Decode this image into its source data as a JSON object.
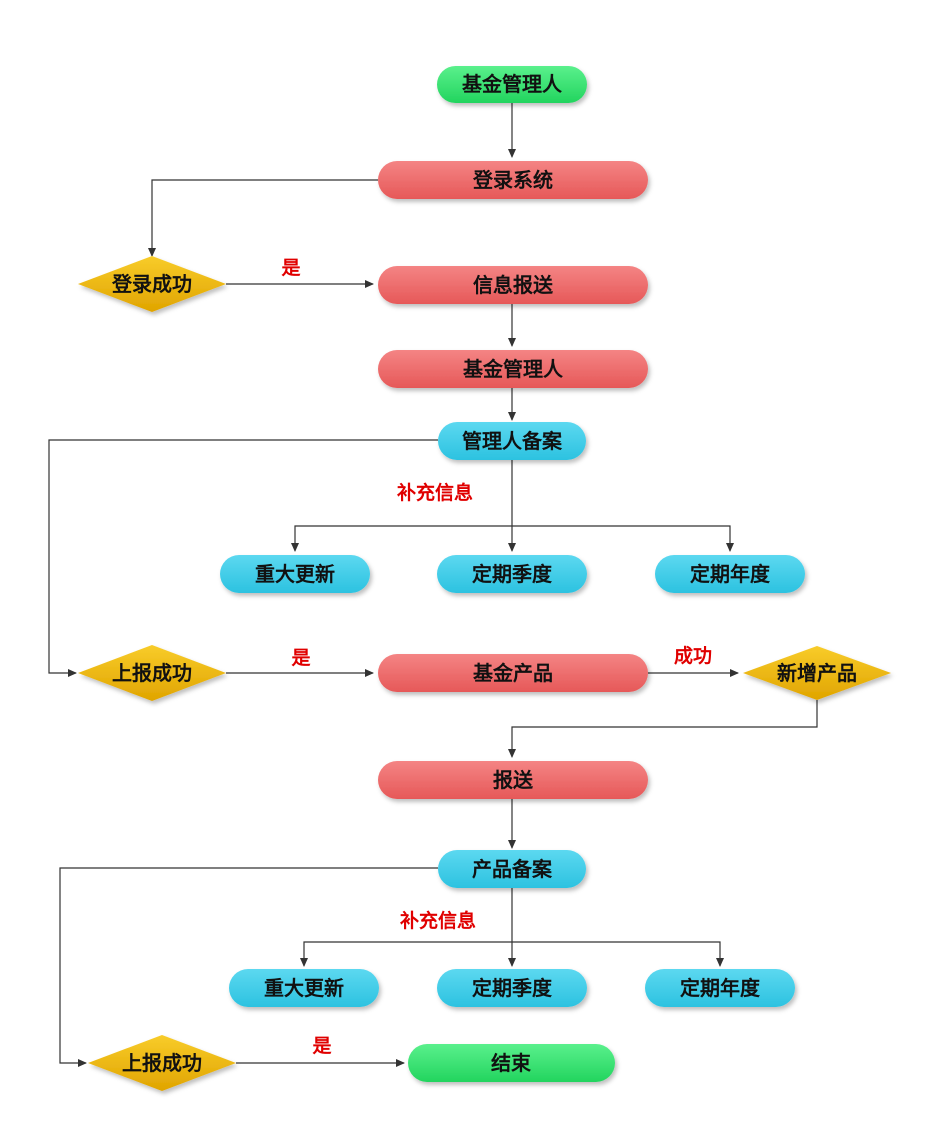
{
  "colors": {
    "start_end": "#2ee06a",
    "process": "#ee6464",
    "record": "#37cbe6",
    "decision": "#f0b400",
    "line": "#333333",
    "label": "#e00000"
  },
  "nodes": {
    "start": "基金管理人",
    "login_system": "登录系统",
    "login_success": "登录成功",
    "info_submit": "信息报送",
    "fund_manager": "基金管理人",
    "manager_record": "管理人备案",
    "m_major_update": "重大更新",
    "m_periodic_quarter": "定期季度",
    "m_periodic_annual": "定期年度",
    "m_report_success": "上报成功",
    "fund_product": "基金产品",
    "new_product": "新增产品",
    "submit": "报送",
    "product_record": "产品备案",
    "p_major_update": "重大更新",
    "p_periodic_quarter": "定期季度",
    "p_periodic_annual": "定期年度",
    "p_report_success": "上报成功",
    "end": "结束"
  },
  "edge_labels": {
    "yes_1": "是",
    "supplement_1": "补充信息",
    "yes_2": "是",
    "success": "成功",
    "supplement_2": "补充信息",
    "yes_3": "是"
  }
}
